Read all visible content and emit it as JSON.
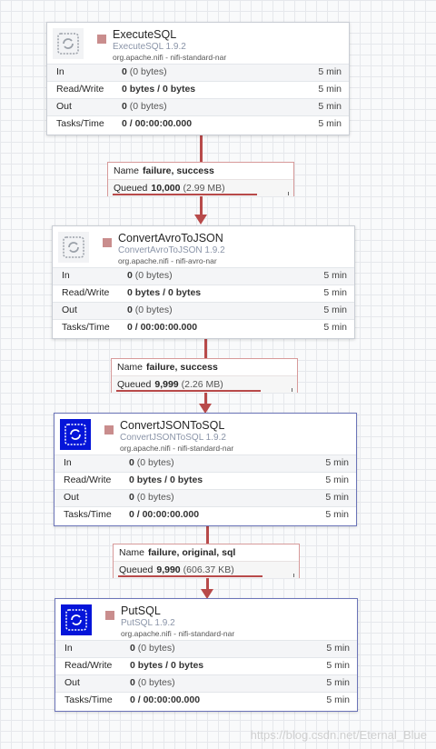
{
  "processors": [
    {
      "name": "ExecuteSQL",
      "type": "ExecuteSQL 1.9.2",
      "bundle": "org.apache.nifi - nifi-standard-nar",
      "stats": [
        {
          "label": "In",
          "value": "0",
          "extra": "(0 bytes)",
          "window": "5 min"
        },
        {
          "label": "Read/Write",
          "value": "0 bytes / 0 bytes",
          "extra": "",
          "window": "5 min"
        },
        {
          "label": "Out",
          "value": "0",
          "extra": "(0 bytes)",
          "window": "5 min"
        },
        {
          "label": "Tasks/Time",
          "value": "0 / 00:00:00.000",
          "extra": "",
          "window": "5 min"
        }
      ]
    },
    {
      "name": "ConvertAvroToJSON",
      "type": "ConvertAvroToJSON 1.9.2",
      "bundle": "org.apache.nifi - nifi-avro-nar",
      "stats": [
        {
          "label": "In",
          "value": "0",
          "extra": "(0 bytes)",
          "window": "5 min"
        },
        {
          "label": "Read/Write",
          "value": "0 bytes / 0 bytes",
          "extra": "",
          "window": "5 min"
        },
        {
          "label": "Out",
          "value": "0",
          "extra": "(0 bytes)",
          "window": "5 min"
        },
        {
          "label": "Tasks/Time",
          "value": "0 / 00:00:00.000",
          "extra": "",
          "window": "5 min"
        }
      ]
    },
    {
      "name": "ConvertJSONToSQL",
      "type": "ConvertJSONToSQL 1.9.2",
      "bundle": "org.apache.nifi - nifi-standard-nar",
      "stats": [
        {
          "label": "In",
          "value": "0",
          "extra": "(0 bytes)",
          "window": "5 min"
        },
        {
          "label": "Read/Write",
          "value": "0 bytes / 0 bytes",
          "extra": "",
          "window": "5 min"
        },
        {
          "label": "Out",
          "value": "0",
          "extra": "(0 bytes)",
          "window": "5 min"
        },
        {
          "label": "Tasks/Time",
          "value": "0 / 00:00:00.000",
          "extra": "",
          "window": "5 min"
        }
      ]
    },
    {
      "name": "PutSQL",
      "type": "PutSQL 1.9.2",
      "bundle": "org.apache.nifi - nifi-standard-nar",
      "stats": [
        {
          "label": "In",
          "value": "0",
          "extra": "(0 bytes)",
          "window": "5 min"
        },
        {
          "label": "Read/Write",
          "value": "0 bytes / 0 bytes",
          "extra": "",
          "window": "5 min"
        },
        {
          "label": "Out",
          "value": "0",
          "extra": "(0 bytes)",
          "window": "5 min"
        },
        {
          "label": "Tasks/Time",
          "value": "0 / 00:00:00.000",
          "extra": "",
          "window": "5 min"
        }
      ]
    }
  ],
  "connections": [
    {
      "name_label": "Name",
      "name": "failure, success",
      "queued_label": "Queued",
      "queued": "10,000",
      "size": "(2.99 MB)",
      "fill": 0.82
    },
    {
      "name_label": "Name",
      "name": "failure, success",
      "queued_label": "Queued",
      "queued": "9,999",
      "size": "(2.26 MB)",
      "fill": 0.82
    },
    {
      "name_label": "Name",
      "name": "failure, original, sql",
      "queued_label": "Queued",
      "queued": "9,990",
      "size": "(606.37 KB)",
      "fill": 0.82
    }
  ],
  "watermark": "https://blog.csdn.net/Eternal_Blue",
  "colors": {
    "connection": "#b84a4a",
    "selected_icon_bg": "#0515d9",
    "stopped_status": "#c98d8d"
  }
}
